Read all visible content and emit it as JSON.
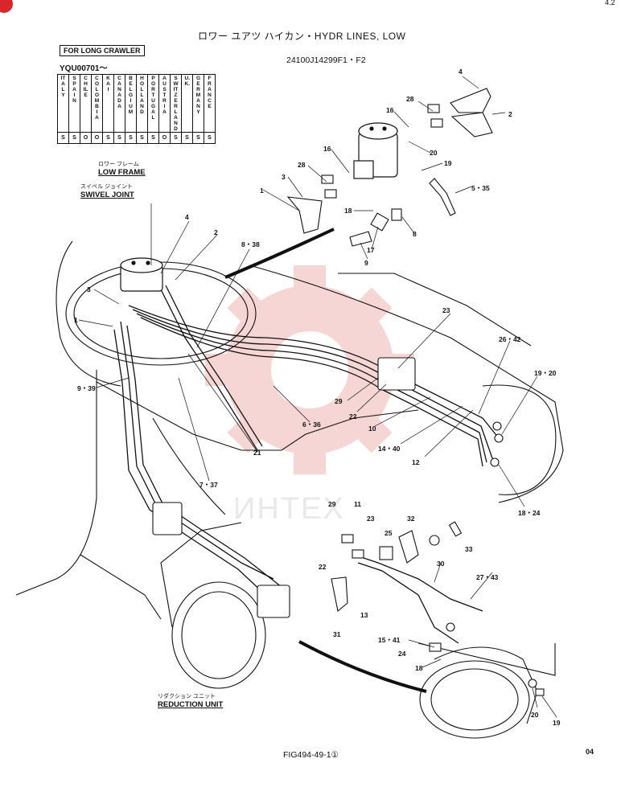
{
  "header": {
    "title": "ロワー ユアツ ハイカン・HYDR LINES, LOW",
    "part_number": "24100J14299F1・F2"
  },
  "applicability": {
    "crawler_note": "FOR LONG CRAWLER",
    "serial": "YQU00701〜",
    "countries": [
      "ITALY",
      "SPAIN",
      "CHILE",
      "COLOMBIA",
      "KAI",
      "CANADA",
      "BELGIUM",
      "HOLLAND",
      "PORTUGAL",
      "AUSTRIA",
      "SWITZER LAND",
      "U.K.",
      "GERMANY",
      "FRANCE"
    ],
    "codes": [
      "S",
      "S",
      "O",
      "O",
      "S",
      "S",
      "S",
      "S",
      "S",
      "O",
      "S",
      "S",
      "S",
      "S"
    ]
  },
  "labels": {
    "low_frame_jp": "ロワー フレーム",
    "low_frame": "LOW FRAME",
    "swivel_joint_jp": "スイベル ジョイント",
    "swivel_joint": "SWIVEL JOINT",
    "reduction_unit_jp": "リダクション ユニット",
    "reduction_unit": "REDUCTION UNIT"
  },
  "callouts": {
    "c1": "1",
    "c2": "2",
    "c3": "3",
    "c4": "4",
    "c2b": "2",
    "c3b": "3",
    "c4b": "4",
    "c28a": "28",
    "c28b": "28",
    "c16a": "16",
    "c16b": "16",
    "c20": "20",
    "c19": "19",
    "c5_35": "5・35",
    "c18a": "18",
    "c8": "8",
    "c17": "17",
    "c9": "9",
    "c8_38": "8・38",
    "c1b": "1",
    "c9_39": "9・39",
    "c6_36": "6・36",
    "c21": "21",
    "c7_37": "7・37",
    "c23": "23",
    "c29": "29",
    "c22": "22",
    "c10": "10",
    "c14_40": "14・40",
    "c12": "12",
    "c26_42": "26・42",
    "c19_20": "19・20",
    "c18_24": "18・24",
    "c29b": "29",
    "c11": "11",
    "c23b": "23",
    "c25": "25",
    "c32": "32",
    "c33": "33",
    "c30": "30",
    "c22b": "22",
    "c27_43": "27・43",
    "c13": "13",
    "c31": "31",
    "c15_41": "15・41",
    "c24": "24",
    "c18b": "18",
    "c20b": "20",
    "c19b": "19"
  },
  "footer": {
    "figure": "FIG494-49-1①",
    "page": "04",
    "corner": "4.2"
  },
  "watermark": "ИНТЕХ"
}
